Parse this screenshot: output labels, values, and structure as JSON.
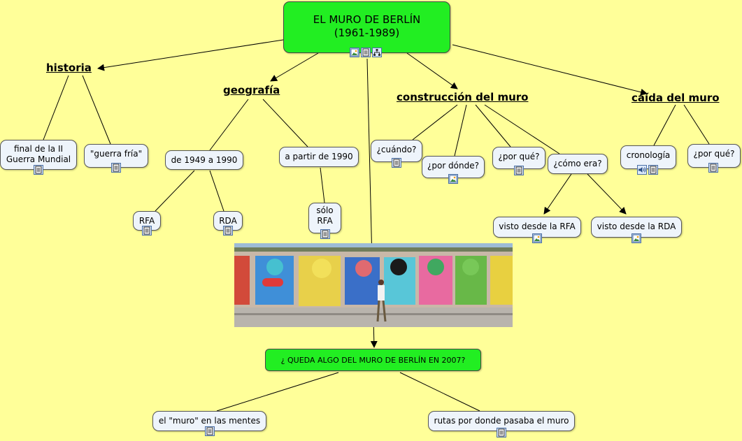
{
  "root": {
    "line1": "EL MURO DE BERLÍN",
    "line2": "(1961-1989)"
  },
  "labels": {
    "historia": "historia",
    "geografia": "geografía",
    "construccion": "construcción del muro",
    "caida": "caída del muro"
  },
  "nodes": {
    "final_guerra": {
      "line1": "final de la II",
      "line2": "Guerra Mundial"
    },
    "guerra_fria": "\"guerra fría\"",
    "de_1949": "de 1949 a 1990",
    "a_partir_1990": "a partir de 1990",
    "rfa": "RFA",
    "rda": "RDA",
    "solo_rfa": {
      "line1": "sólo",
      "line2": "RFA"
    },
    "cuando": "¿cuándo?",
    "por_donde": "¿por dónde?",
    "por_que_construccion": "¿por qué?",
    "como_era": "¿cómo era?",
    "visto_rfa": "visto desde la RFA",
    "visto_rda": "visto desde la RDA",
    "cronologia": "cronología",
    "por_que_caida": "¿por qué?",
    "queda_algo": "¿ QUEDA ALGO DEL MURO DE BERLÍN EN 2007?",
    "muro_mentes": "el \"muro\" en las mentes",
    "rutas": "rutas por donde pasaba el muro"
  },
  "colors": {
    "background": "#ffff99",
    "node_fill": "#eef4fb",
    "green_node": "#22ee22",
    "icon_fill": "#dce9fb",
    "icon_border": "#4a6fa5"
  },
  "icon_names": [
    "image-resource-icon",
    "document-resource-icon",
    "concept-map-resource-icon",
    "audio-resource-icon"
  ]
}
